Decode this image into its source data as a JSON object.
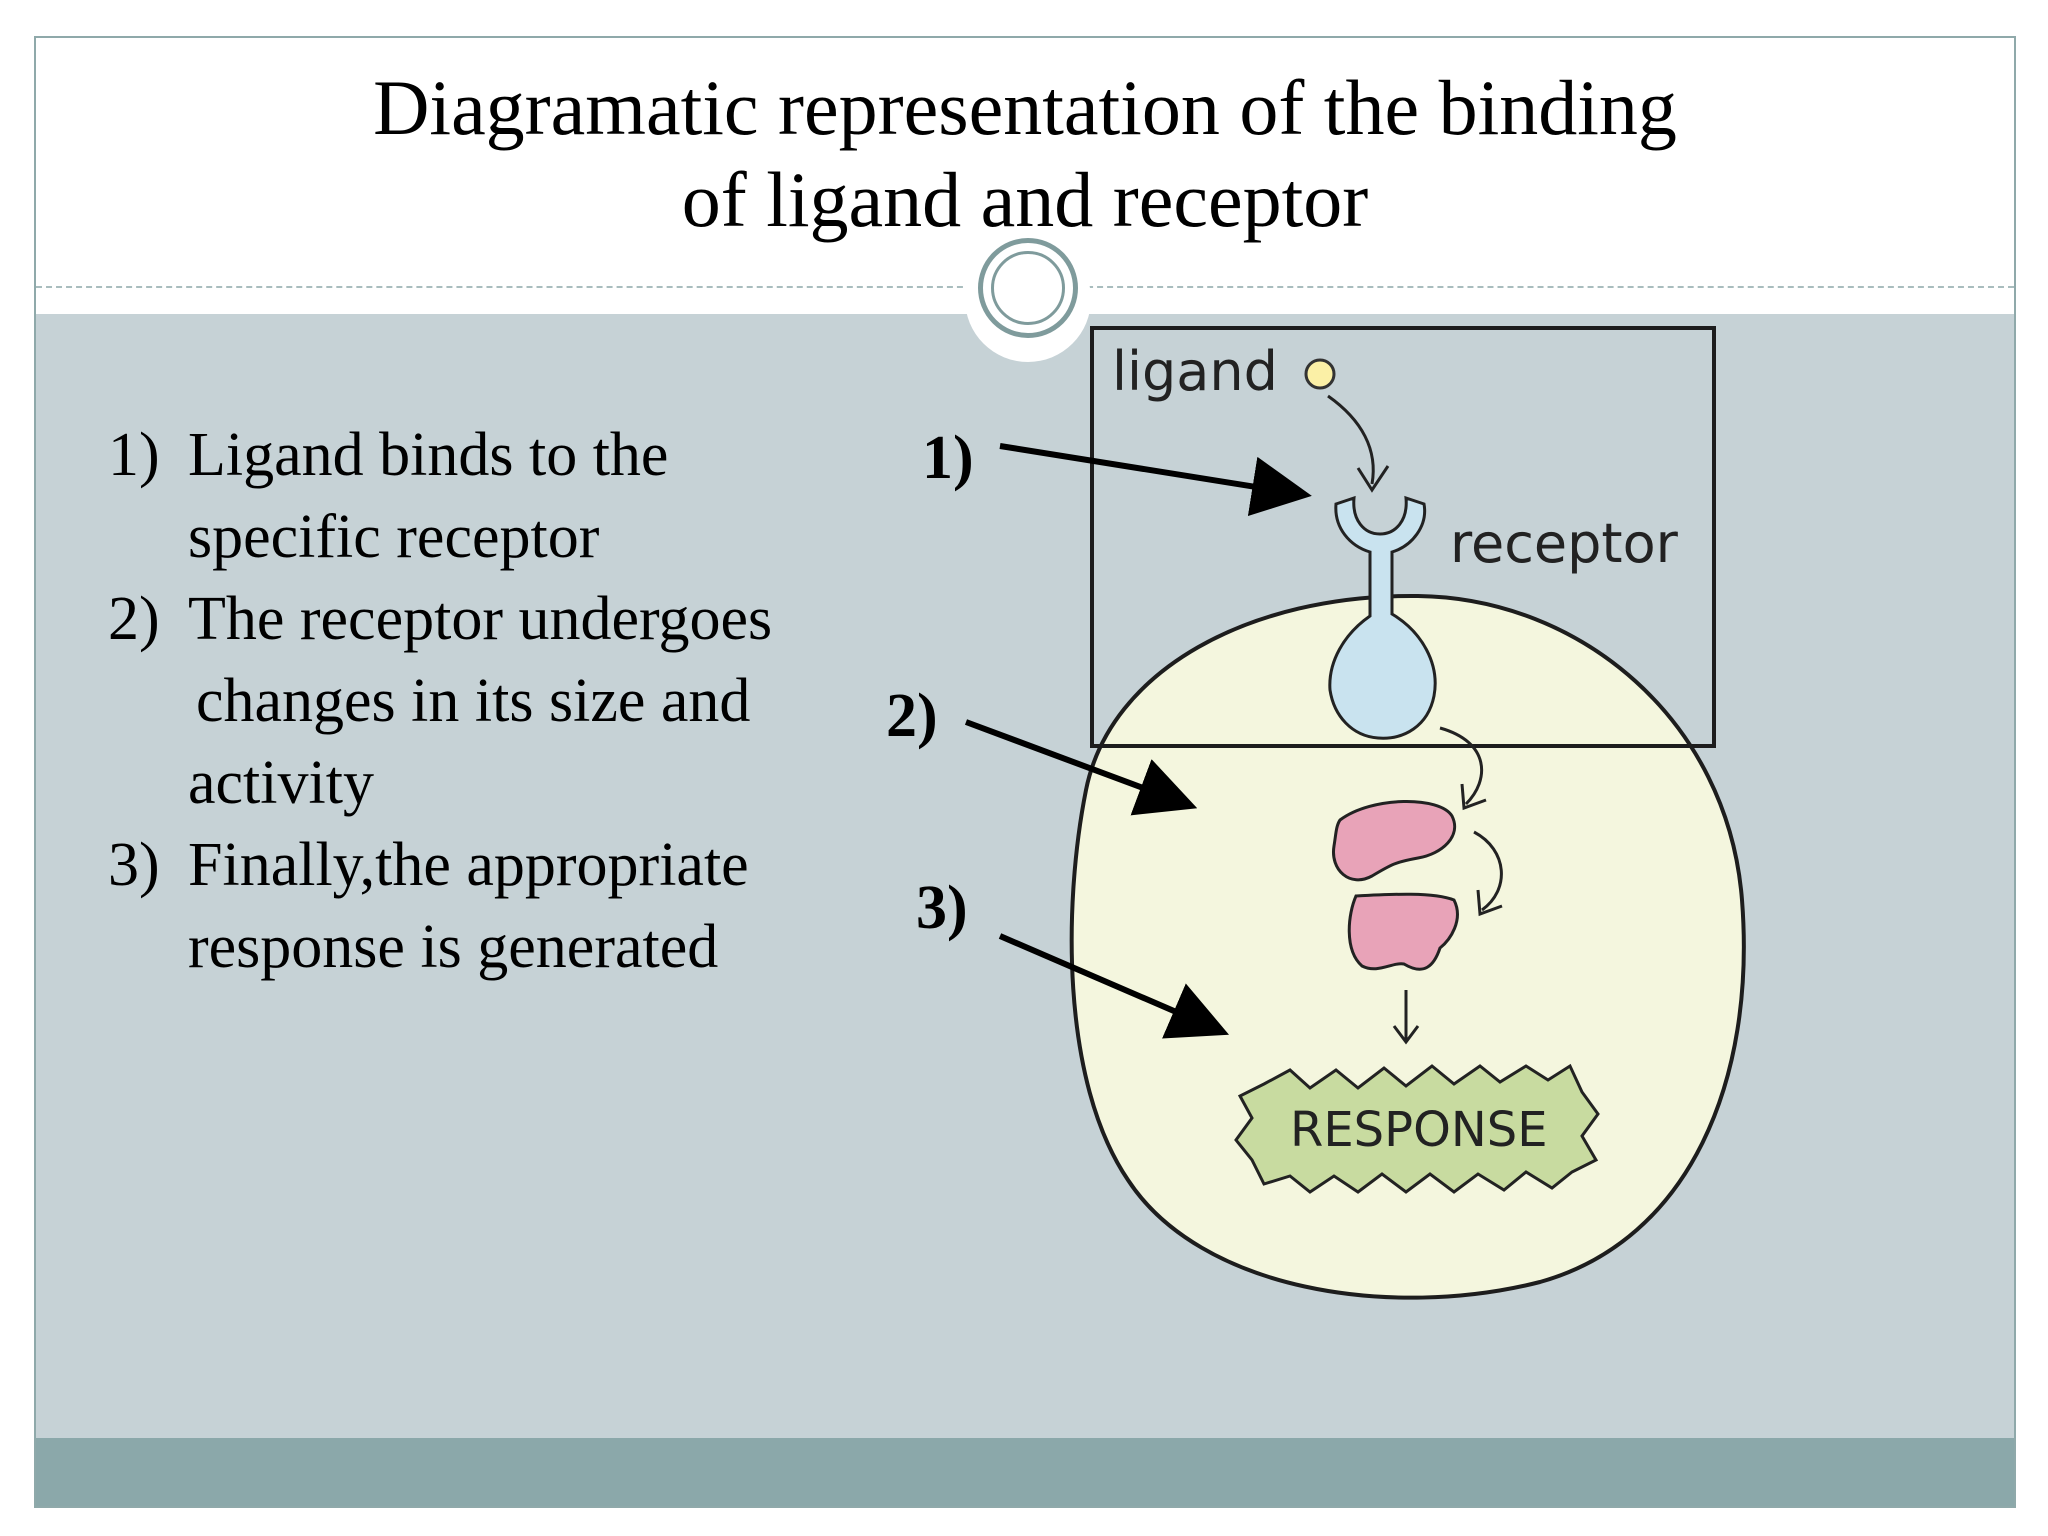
{
  "title": {
    "line1": "Diagramatic representation of the binding",
    "line2": "of ligand and receptor"
  },
  "steps": [
    {
      "num": "1)",
      "line1": "Ligand binds to the",
      "line2": "specific receptor",
      "line3": ""
    },
    {
      "num": "2)",
      "line1": "The receptor undergoes",
      "line2": "changes in its size and",
      "line3": "activity"
    },
    {
      "num": "3)",
      "line1": "Finally,the appropriate",
      "line2": "response is generated",
      "line3": ""
    }
  ],
  "diagram": {
    "ligand_label": "ligand",
    "receptor_label": "receptor",
    "response_label": "RESPONSE",
    "markers": [
      "1)",
      "2)",
      "3)"
    ]
  },
  "colors": {
    "content_background": "#c6d2d6",
    "footer_band": "#8ba8aa",
    "cell_fill": "#f4f6de",
    "receptor_fill": "#c9e3ef",
    "protein_fill": "#e8a3b8",
    "response_fill": "#c8dba0",
    "ligand_fill": "#fbf0a6"
  }
}
